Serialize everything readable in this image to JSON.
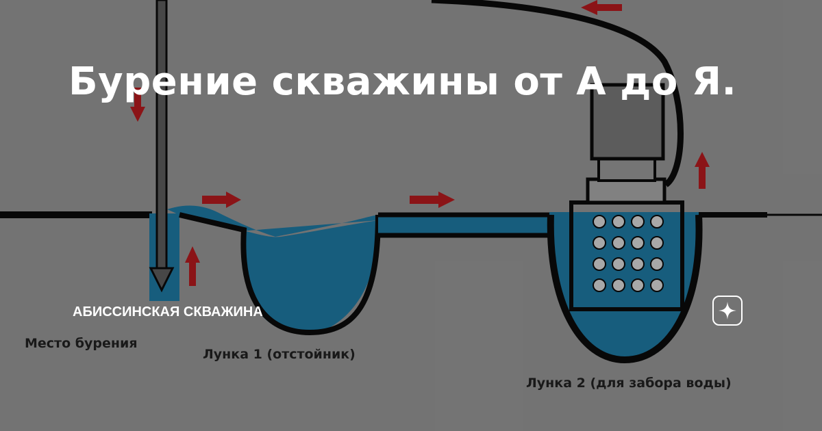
{
  "article": {
    "title": "Бурение скважины от А до Я.",
    "subtitle": "АБИССИНСКАЯ СКВАЖИНА"
  },
  "diagram": {
    "labels": {
      "drill_site": "Место бурения",
      "pit_1": "Лунка 1 (отстойник)",
      "pit_2": "Лунка 2 (для забора воды)"
    },
    "colors": {
      "background": "#8a8a8a",
      "water": "#1c6f96",
      "outline": "#0a0a0a",
      "arrow": "#a6191c",
      "pump_body": "#6e6e6e",
      "filter_holes": "#c9c9c9"
    }
  },
  "logo": {
    "icon": "sparkle-star-icon"
  }
}
